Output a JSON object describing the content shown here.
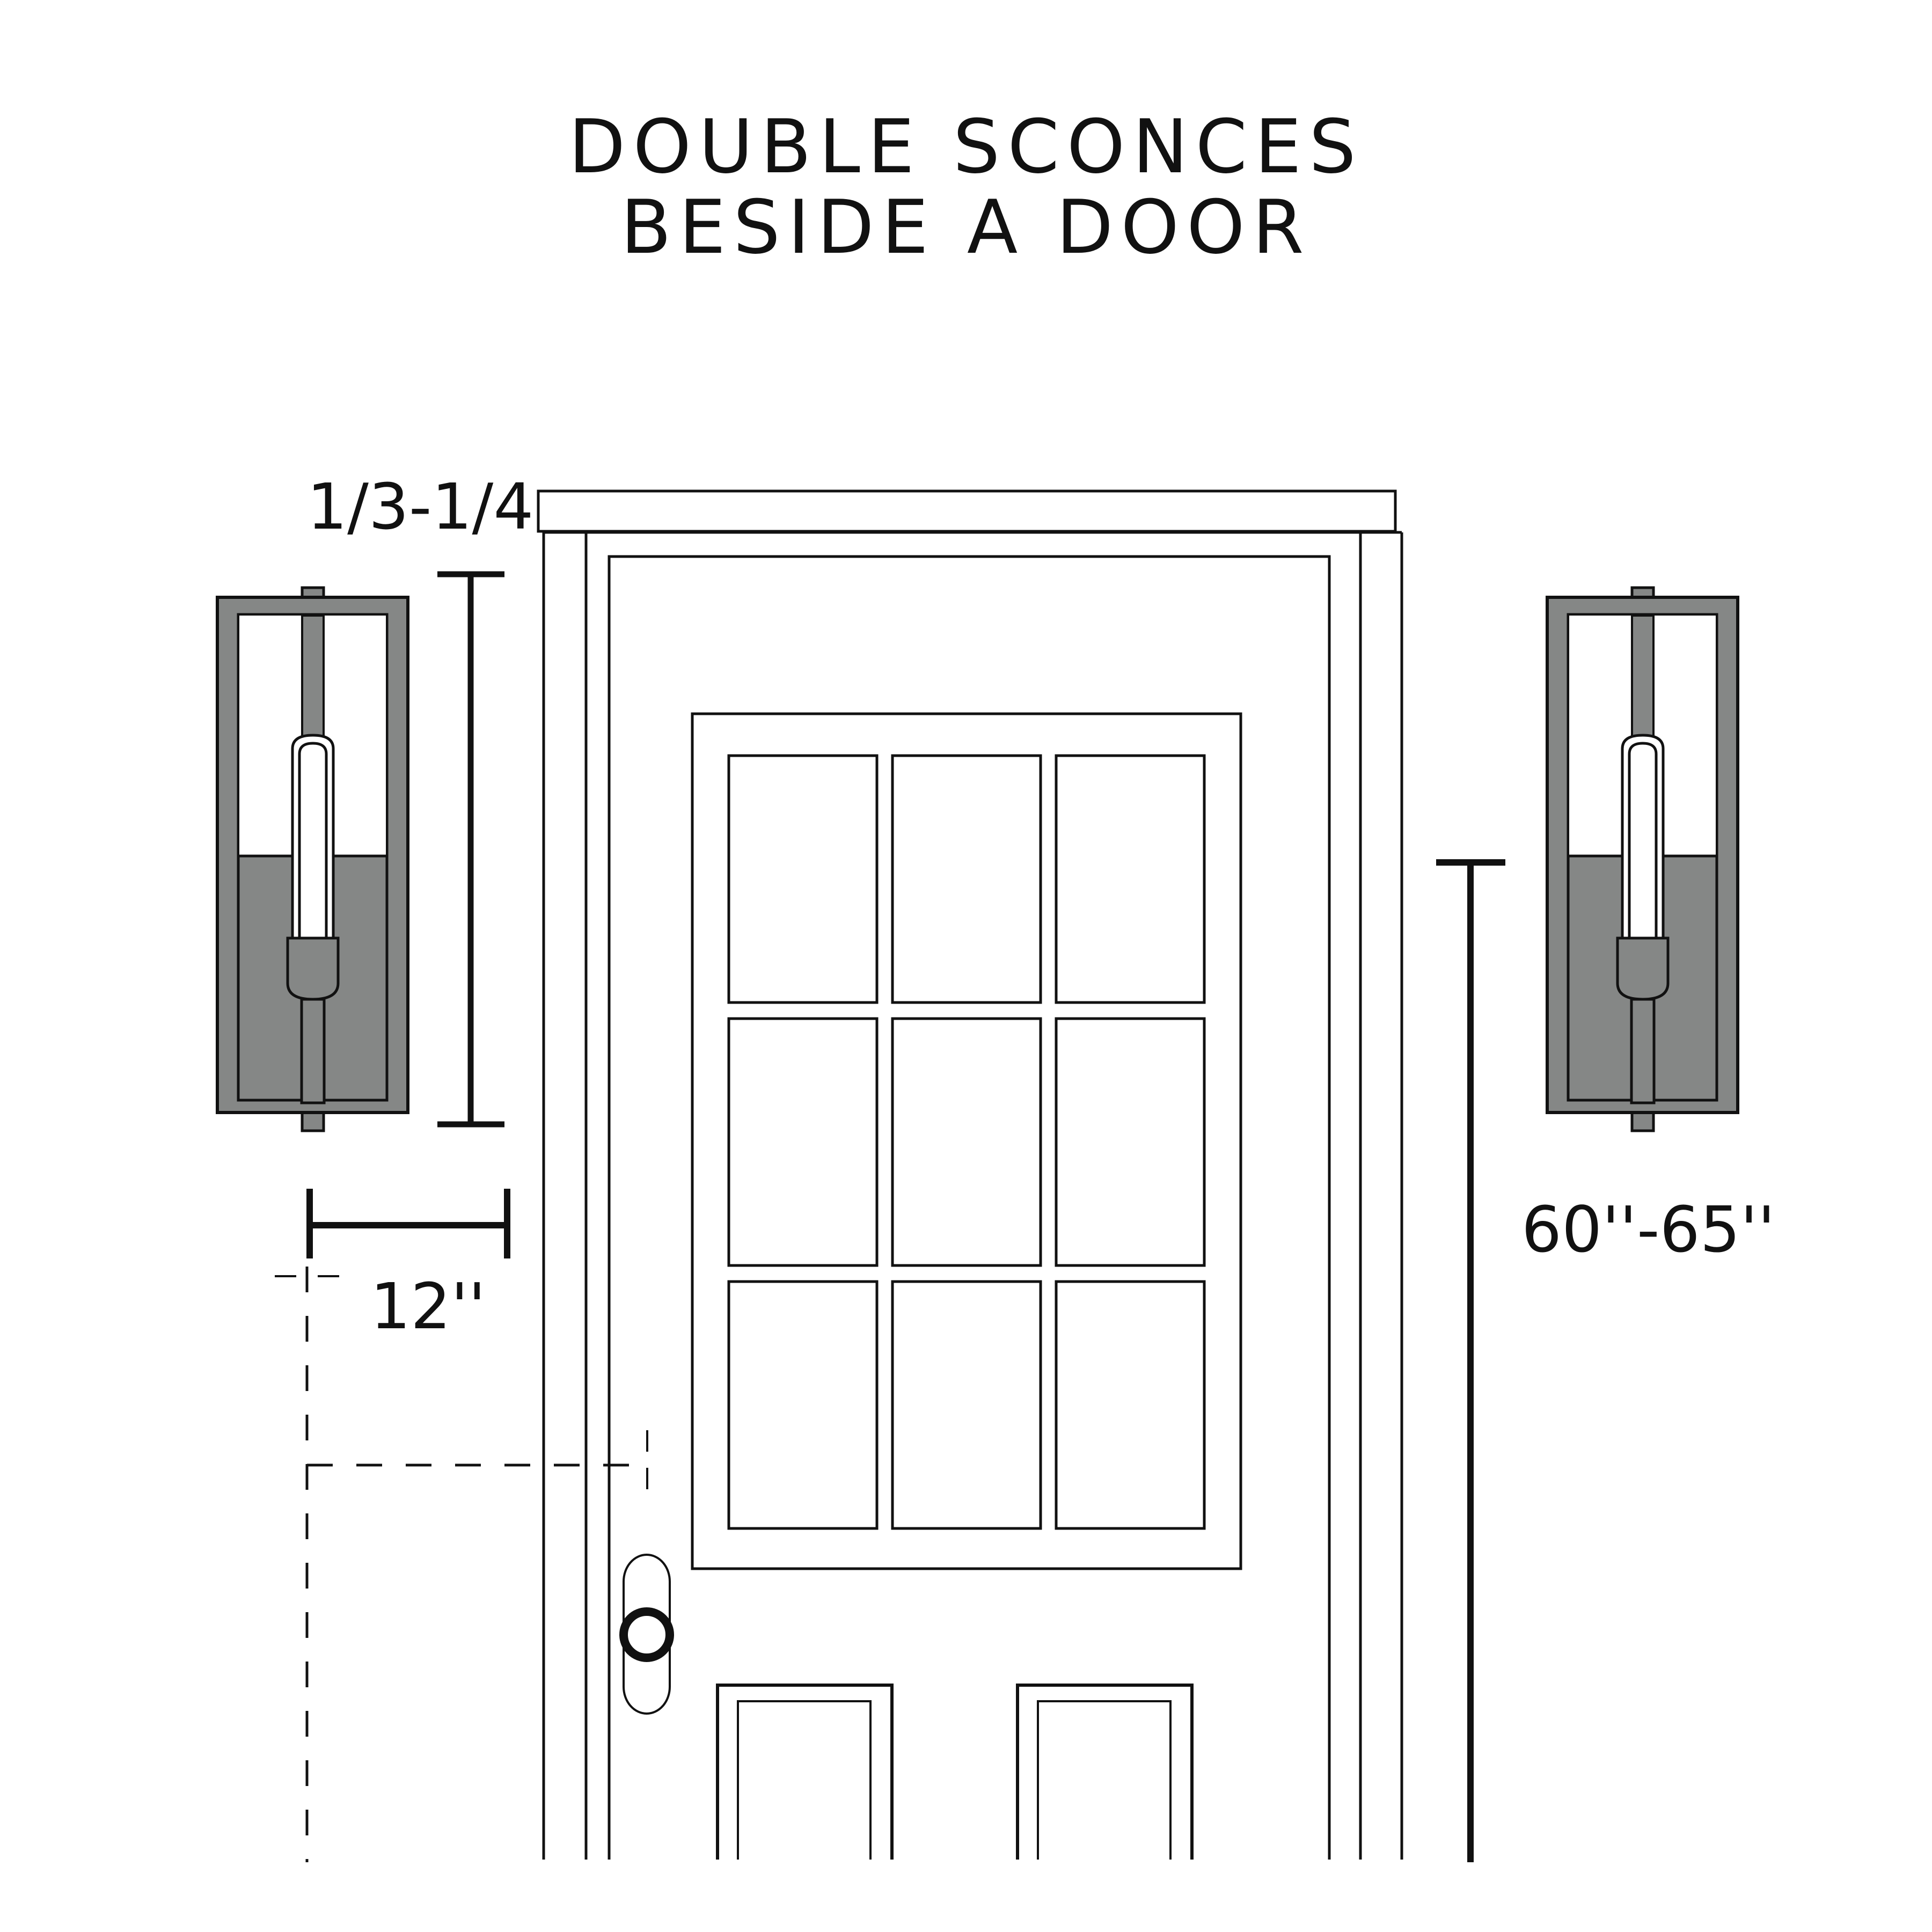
{
  "title": {
    "line1": "DOUBLE SCONCES",
    "line2": "BESIDE A DOOR"
  },
  "labels": {
    "fixture_height_ratio": "1/3-1/4",
    "offset_from_door": "12''",
    "mount_height": "60''-65''"
  },
  "colors": {
    "background": "#ffffff",
    "line": "#111111",
    "sconce_metal": "#858786",
    "glass": "#ffffff"
  },
  "elements": {
    "left_sconce": "wall sconce (left of door)",
    "right_sconce": "wall sconce (right of door)",
    "door": "nine-lite door with two lower panels",
    "door_knob": "round knob on backplate"
  }
}
